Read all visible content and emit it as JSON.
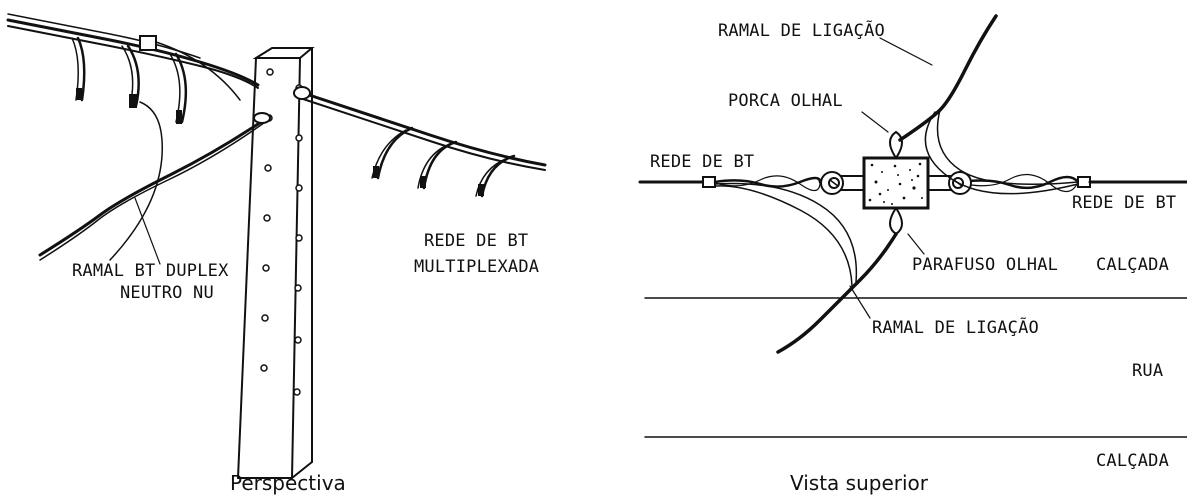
{
  "perspective": {
    "caption": "Perspectiva",
    "label_ramal_line1": "RAMAL BT DUPLEX",
    "label_ramal_line2": "NEUTRO NU",
    "label_rede_line1": "REDE DE BT",
    "label_rede_line2": "MULTIPLEXADA"
  },
  "top_view": {
    "caption": "Vista superior",
    "label_ramal_top": "RAMAL DE LIGAÇÃO",
    "label_porca": "PORCA OLHAL",
    "label_rede_left": "REDE DE BT",
    "label_rede_right": "REDE DE BT",
    "label_parafuso": "PARAFUSO OLHAL",
    "label_ramal_bottom": "RAMAL DE LIGAÇÃO",
    "label_calcada_top": "CALÇADA",
    "label_rua": "RUA",
    "label_calcada_bottom": "CALÇADA"
  }
}
